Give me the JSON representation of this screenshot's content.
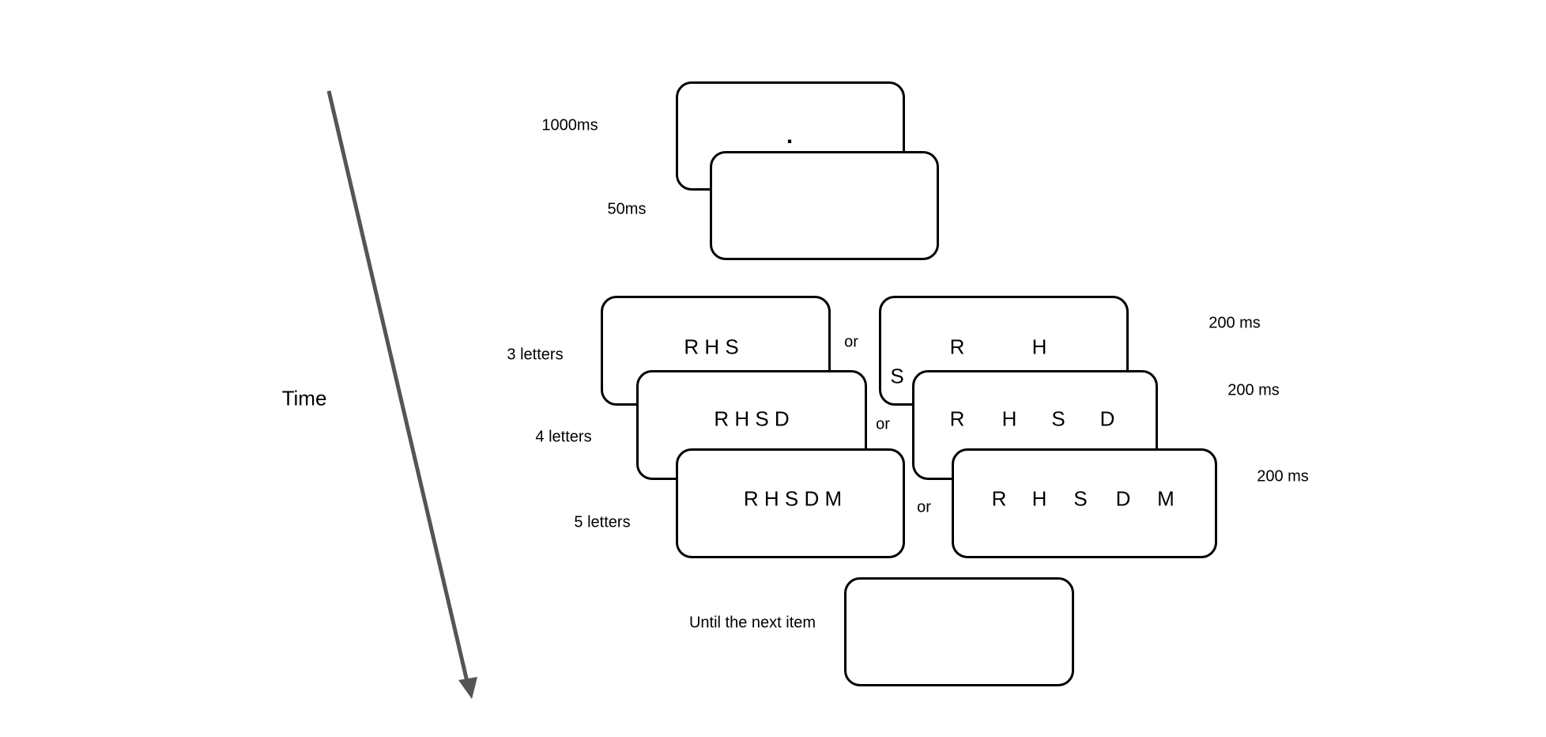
{
  "axis_label": "Time",
  "fixation": {
    "duration": "1000ms",
    "symbol": "."
  },
  "blank": {
    "duration": "50ms"
  },
  "conditions": [
    {
      "label": "3 letters",
      "duration": "200 ms",
      "connector": "or",
      "narrow": [
        "R H S"
      ],
      "wide": [
        "R",
        "H",
        "S"
      ]
    },
    {
      "label": "4 letters",
      "duration": "200 ms",
      "connector": "or",
      "narrow": [
        "R H S D"
      ],
      "wide": [
        "R",
        "H",
        "S",
        "D"
      ]
    },
    {
      "label": "5 letters",
      "duration": "200 ms",
      "connector": "or",
      "narrow": [
        "R H S D M"
      ],
      "wide": [
        "R",
        "H",
        "S",
        "D",
        "M"
      ]
    }
  ],
  "final": {
    "label": "Until the next item"
  },
  "colors": {
    "arrow": "#555555",
    "box_border": "#000000"
  }
}
